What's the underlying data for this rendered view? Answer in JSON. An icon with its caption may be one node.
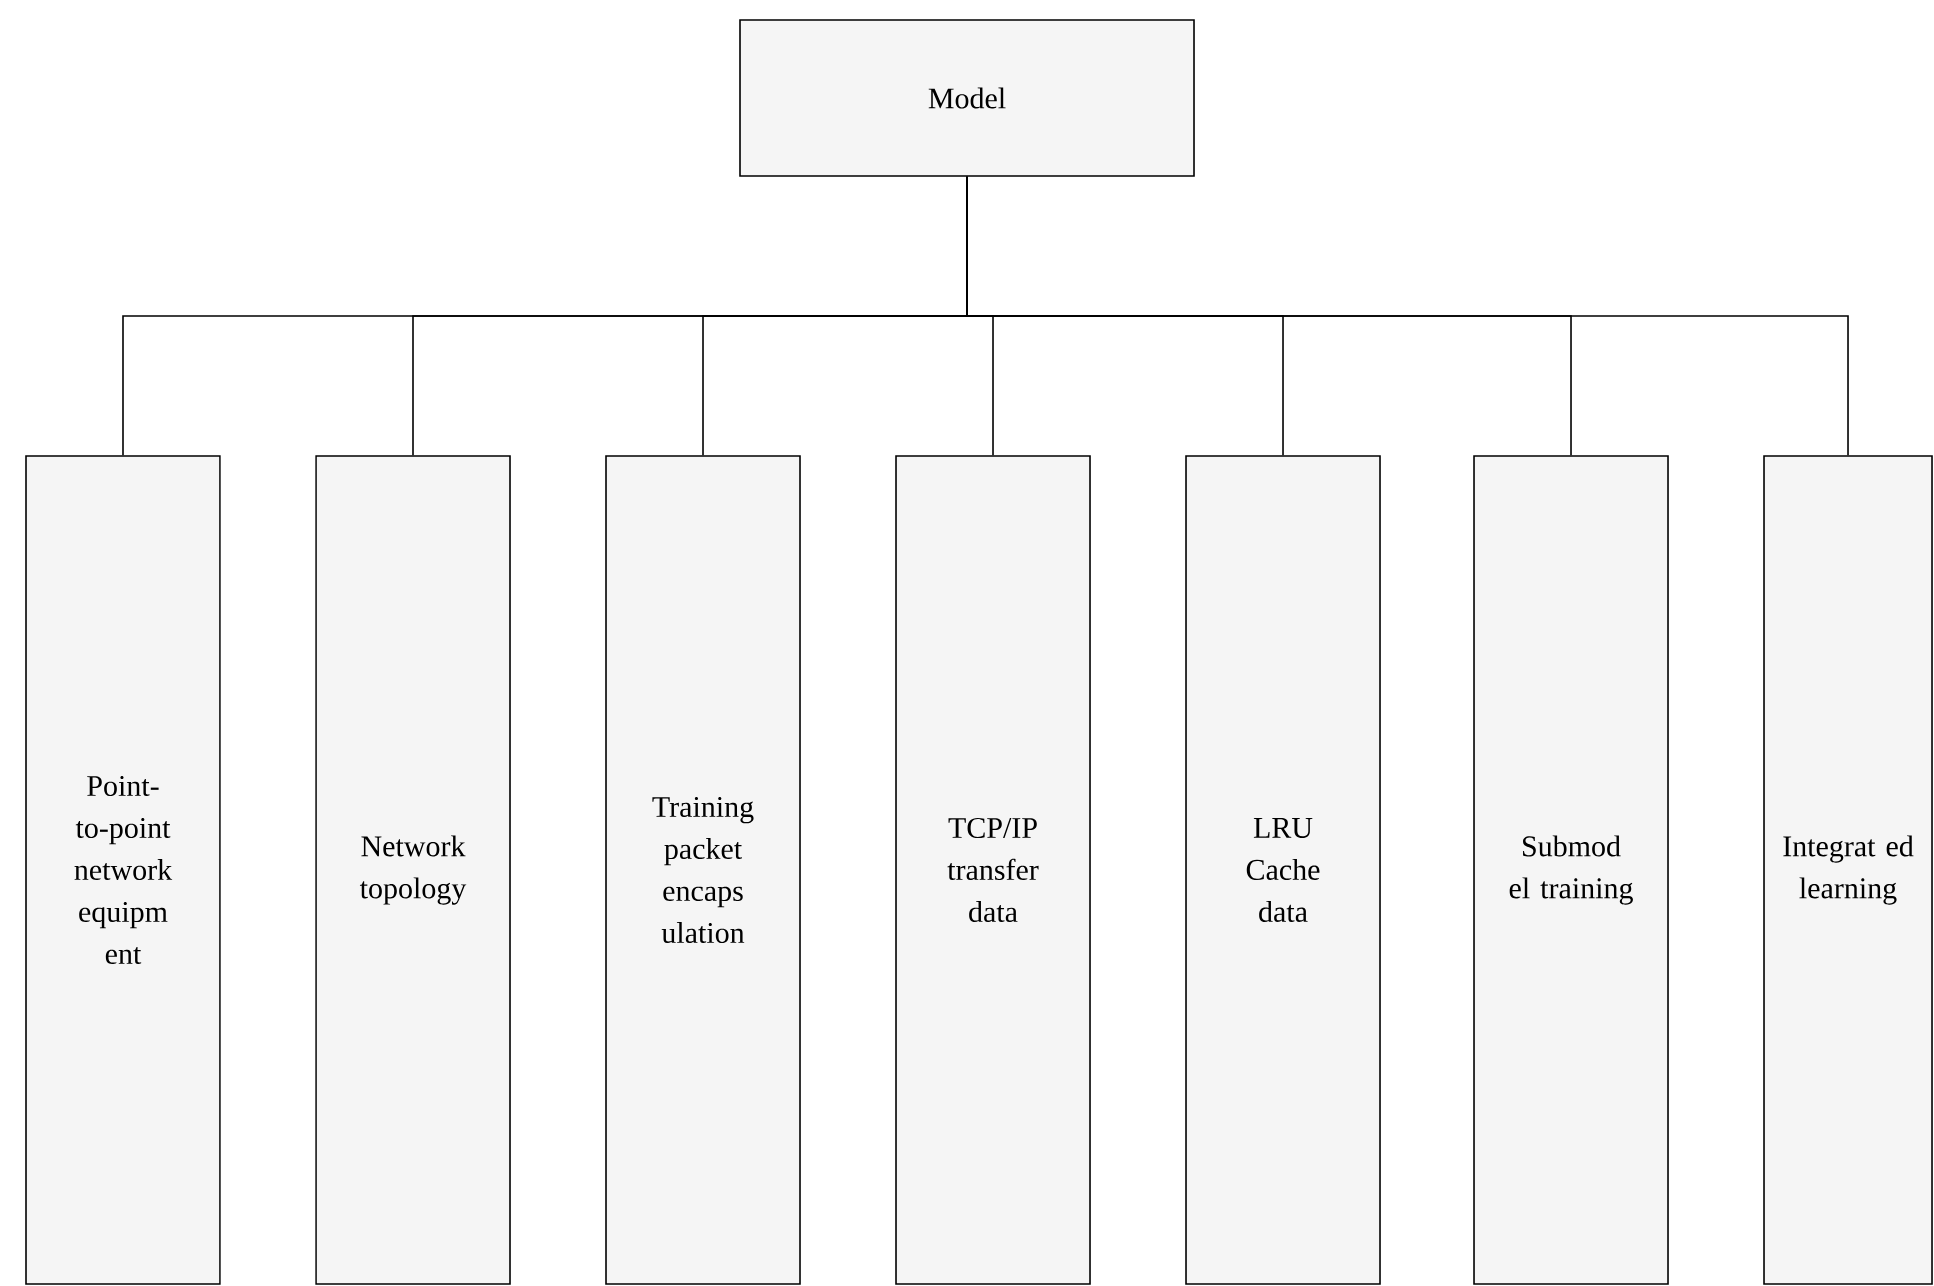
{
  "diagram": {
    "nodes": [
      {
        "text": [
          "Model"
        ]
      },
      {
        "text": [
          "Point- to-point network equipm ent"
        ]
      },
      {
        "text": [
          "Network topology"
        ]
      },
      {
        "text": [
          "Training packet encaps ulation"
        ]
      },
      {
        "text": [
          "TCP/IP transfer data"
        ]
      },
      {
        "text": [
          "LRU Cache data"
        ]
      },
      {
        "text": [
          "Submod el training"
        ]
      },
      {
        "text": [
          "Integrat ed learning"
        ]
      }
    ],
    "edges": [
      {
        "from": 0,
        "to": 1,
        "arrow": "none"
      },
      {
        "from": 0,
        "to": 2,
        "arrow": "none"
      },
      {
        "from": 0,
        "to": 3,
        "arrow": "none"
      },
      {
        "from": 0,
        "to": 4,
        "arrow": "none"
      },
      {
        "from": 0,
        "to": 5,
        "arrow": "none"
      },
      {
        "from": 0,
        "to": 6,
        "arrow": "none"
      },
      {
        "from": 0,
        "to": 7,
        "arrow": "none"
      }
    ]
  }
}
